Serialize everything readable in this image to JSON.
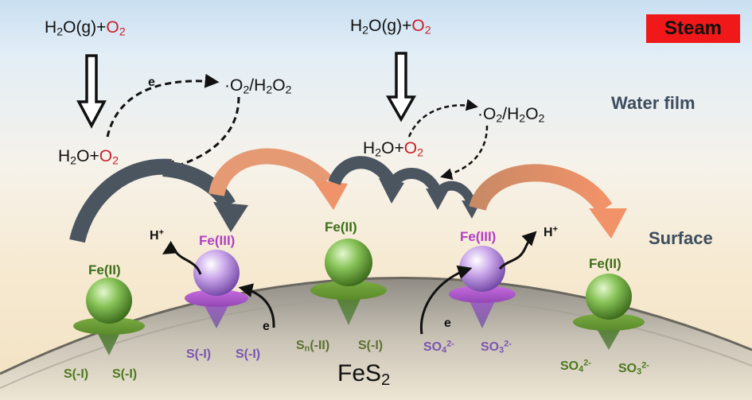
{
  "title": "Steam",
  "zones": {
    "water_film": "Water film",
    "surface": "Surface"
  },
  "substrate": "FeS2",
  "reactants": {
    "left_top": "H2O(g)+O2",
    "right_top": "H2O(g)+O2",
    "left_adsorbed": "H2O+O2",
    "right_adsorbed": "H2O+O2",
    "left_product": "·O2/H2O2",
    "right_product": "·O2/H2O2"
  },
  "electron_label": "e",
  "proton_label": "H+",
  "sites": [
    {
      "name": "Fe(II)",
      "type": "ferrous",
      "ligands": [
        "S(-I)",
        "S(-I)"
      ]
    },
    {
      "name": "Fe(III)",
      "type": "ferric",
      "ligands": [
        "S(-I)",
        "S(-I)"
      ]
    },
    {
      "name": "Fe(II)",
      "type": "ferrous",
      "ligands": [
        "Sn(-II)",
        "S(-I)"
      ]
    },
    {
      "name": "Fe(III)",
      "type": "ferric",
      "ligands": [
        "SO4 2-",
        "SO3 2-"
      ]
    },
    {
      "name": "Fe(II)",
      "type": "ferrous",
      "ligands": [
        "SO4 2-",
        "SO3 2-"
      ]
    }
  ],
  "colors": {
    "ferrous": "#6fa83a",
    "ferric": "#b06ad0",
    "oxygen_red": "#c8202a",
    "badge": "#f01818",
    "zone_text": "#3d4d5f"
  }
}
